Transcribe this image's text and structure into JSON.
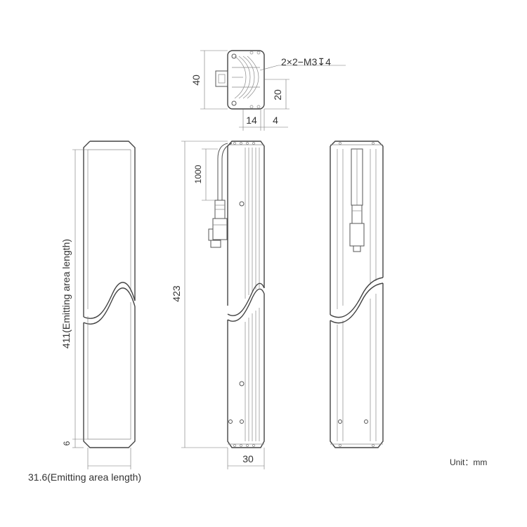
{
  "drawing": {
    "end_view": {
      "height_label": "40",
      "offset_label": "20",
      "width_left_label": "14",
      "width_right_label": "4",
      "thread_callout": "2×2−M3↧4"
    },
    "front_view": {
      "emitting_length_label": "411(Emitting area length)",
      "edge_label": "6",
      "emitting_width_label": "31.6(Emitting area length)"
    },
    "side_view": {
      "cable_length_label": "1000",
      "total_length_label": "423",
      "width_label": "30"
    },
    "unit_label": "Unit：mm"
  }
}
